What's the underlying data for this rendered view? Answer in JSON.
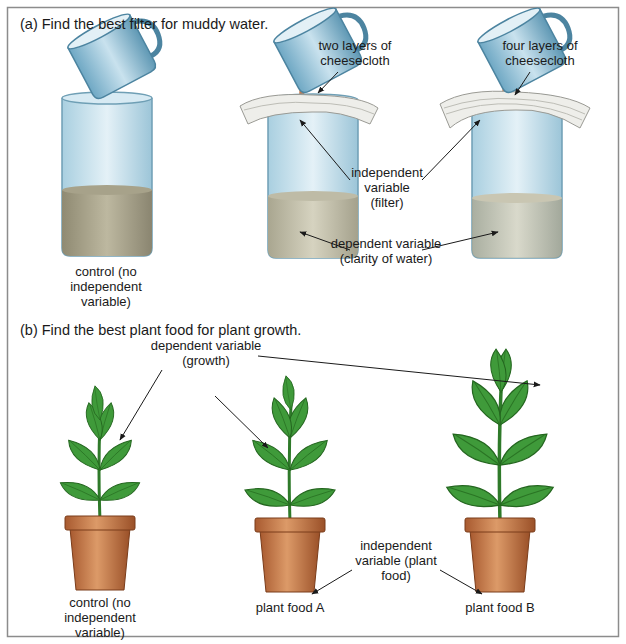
{
  "diagram": {
    "labels": [
      "(a) Find the best filter for muddy water.",
      "two layers of cheesecloth",
      "four layers of cheesecloth",
      "independent variable (filter)",
      "control (no independent variable)",
      "dependent variable (clarity of water)",
      "(b) Find the best plant food for plant growth.",
      "dependent variable (growth)",
      "control (no independent variable)",
      "plant food A",
      "independent variable (plant food)",
      "plant food B"
    ]
  }
}
